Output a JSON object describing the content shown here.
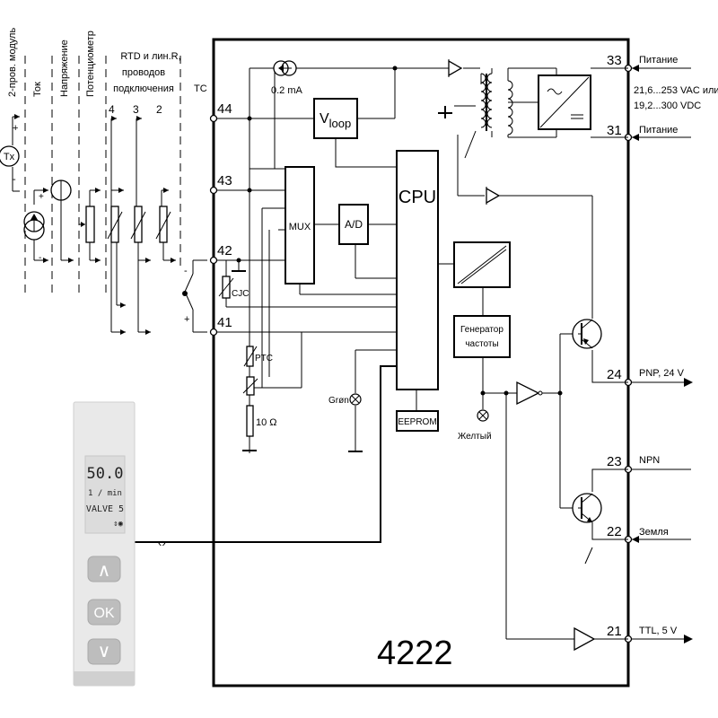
{
  "input_types": {
    "two_wire": "2-пров. модуль",
    "current": "Ток",
    "voltage": "Напряжение",
    "potentiometer": "Потенциометр",
    "rtd": "RTD и лин.R,",
    "rtd_line2": "проводов",
    "rtd_line3": "подключения",
    "tc": "TC",
    "wire_4": "4",
    "wire_3": "3",
    "wire_2": "2",
    "tx": "Tx",
    "plus": "+",
    "minus": "-"
  },
  "terminals": {
    "t44": "44",
    "t43": "43",
    "t42": "42",
    "t41": "41",
    "t33": "33",
    "t31": "31",
    "t24": "24",
    "t23": "23",
    "t22": "22",
    "t21": "21"
  },
  "blocks": {
    "mux": "MUX",
    "ad": "A/D",
    "cpu": "CPU",
    "eeprom": "EEPROM",
    "vloop_main": "V",
    "vloop_sub": "loop",
    "generator_line1": "Генератор",
    "generator_line2": "частоты",
    "cjc": "CJC",
    "ptc": "PTC",
    "resistor": "10 Ω",
    "current_source": "0.2 mA",
    "led_green": "Grøn",
    "led_yellow": "Желтый"
  },
  "outputs": {
    "power_33": "Питание",
    "power_31": "Питание",
    "supply_range_1": "21,6...253 VAC или",
    "supply_range_2": "19,2...300 VDC",
    "pnp": "PNP, 24 V",
    "npn": "NPN",
    "ground": "Земля",
    "ttl": "TTL, 5 V"
  },
  "device": {
    "model": "4222"
  },
  "display": {
    "value": "50.0",
    "unit": "1 / min",
    "label": "VALVE 5",
    "status": "⇕◉",
    "btn_up": "∧",
    "btn_ok": "OK",
    "btn_down": "∨"
  }
}
